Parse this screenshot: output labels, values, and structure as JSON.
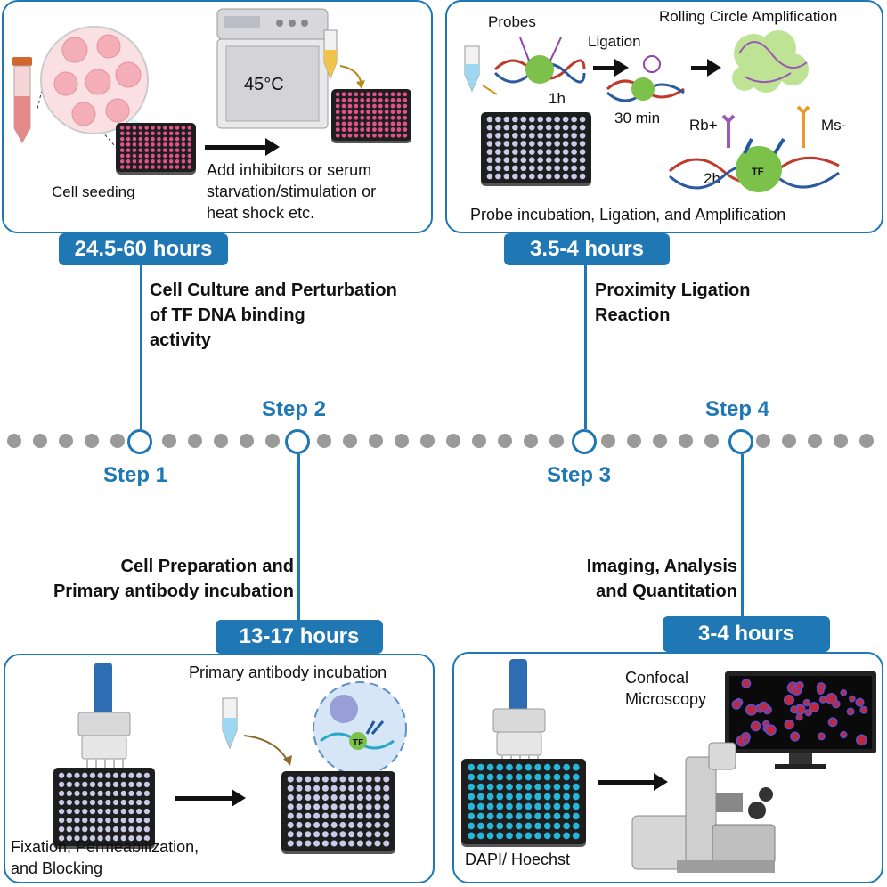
{
  "steps": [
    {
      "label": "Step 1",
      "time": "24.5-60 hours",
      "title_lines": [
        "Cell Culture and Perturbation",
        "of TF DNA binding",
        "activity"
      ]
    },
    {
      "label": "Step 2",
      "time": "13-17 hours",
      "title_lines": [
        "Cell Preparation and",
        "Primary antibody incubation"
      ]
    },
    {
      "label": "Step 3",
      "time": "3.5-4 hours",
      "title_lines": [
        "Proximity Ligation",
        "Reaction"
      ]
    },
    {
      "label": "Step 4",
      "time": "3-4 hours",
      "title_lines": [
        "Imaging, Analysis",
        "and Quantitation"
      ]
    }
  ],
  "panel1": {
    "cell_seeding": "Cell seeding",
    "incubator_temp": "45°C",
    "treatment_lines": [
      "Add inhibitors or serum",
      "starvation/stimulation or",
      "heat shock etc."
    ]
  },
  "panel2": {
    "primary_ab": "Primary antibody incubation",
    "fixation_lines": [
      "Fixation, Permeabilization,",
      "and Blocking"
    ],
    "tf": "TF"
  },
  "panel3": {
    "probes": "Probes",
    "ligation": "Ligation",
    "rca": "Rolling Circle Amplification",
    "t1": "1h",
    "t2": "30 min",
    "t3": "2h",
    "rb": "Rb+",
    "ms": "Ms-",
    "tf": "TF",
    "footer": "Probe incubation, Ligation, and Amplification"
  },
  "panel4": {
    "confocal_lines": [
      "Confocal",
      "Microscopy"
    ],
    "dapi": "DAPI/ Hoechst"
  },
  "colors": {
    "accent": "#1f77b4",
    "dot": "#9a9a9a",
    "pink_well": "#e0528a",
    "grey_well": "#c9c9e8",
    "cyan_well": "#25b6d9",
    "tf_green": "#7cc24a"
  }
}
